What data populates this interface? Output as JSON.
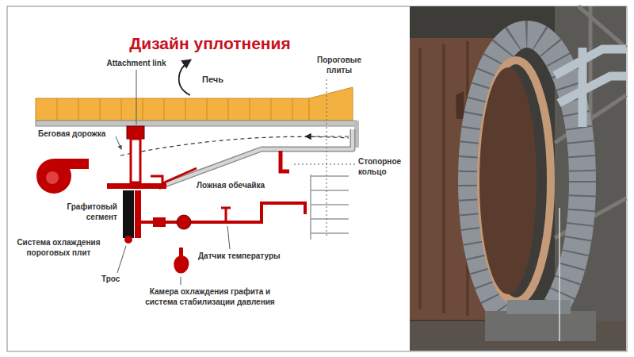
{
  "diagram": {
    "title": "Дизайн уплотнения",
    "labels": [
      "Attachment link",
      "Печь",
      "Пороговые плиты",
      "Беговая дорожка",
      "Ложная обечайка",
      "Стопорное кольцо",
      "Графитовый сегмент",
      "Система охлаждения пороговых плит",
      "Датчик температуры",
      "Трос",
      "Камера охлаждения графита и система стабилизации давления"
    ]
  }
}
